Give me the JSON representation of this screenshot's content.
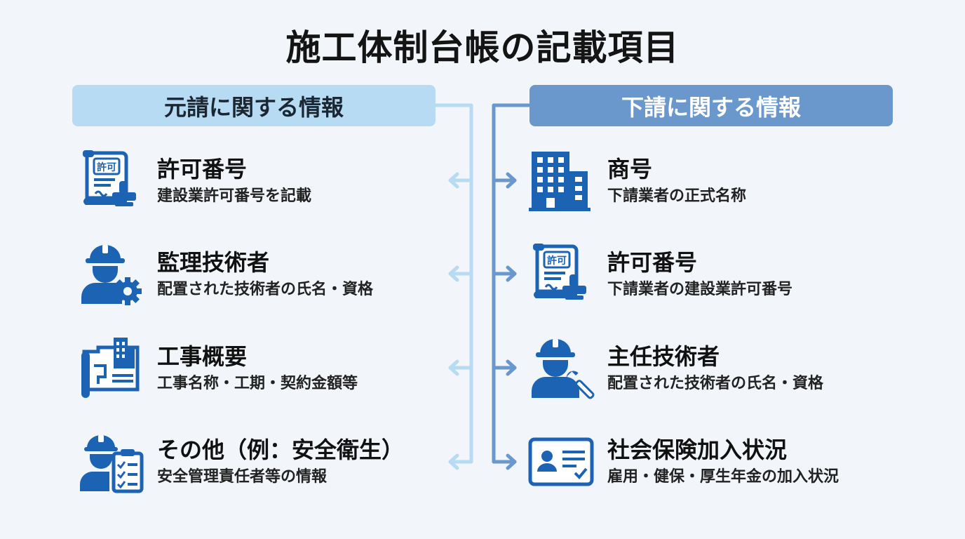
{
  "title": "施工体制台帳の記載項目",
  "colors": {
    "background": "#f2f6fa",
    "left_header_bg": "#b7dbf2",
    "right_header_bg": "#6b98cc",
    "icon_blue": "#1d63b3",
    "left_connector": "#b7dbf2",
    "right_connector": "#6b98cc"
  },
  "left_column": {
    "header": "元請に関する情報",
    "items": [
      {
        "title": "許可番号",
        "desc": "建設業許可番号を記載",
        "icon": "permit-document-icon",
        "icon_text": "許可"
      },
      {
        "title": "監理技術者",
        "desc": "配置された技術者の氏名・資格",
        "icon": "engineer-gear-icon"
      },
      {
        "title": "工事概要",
        "desc": "工事名称・工期・契約金額等",
        "icon": "blueprint-building-icon"
      },
      {
        "title": "その他（例：安全衛生）",
        "desc": "安全管理責任者等の情報",
        "icon": "worker-checklist-icon"
      }
    ]
  },
  "right_column": {
    "header": "下請に関する情報",
    "items": [
      {
        "title": "商号",
        "desc": "下請業者の正式名称",
        "icon": "office-building-icon"
      },
      {
        "title": "許可番号",
        "desc": "下請業者の建設業許可番号",
        "icon": "permit-document-icon",
        "icon_text": "許可"
      },
      {
        "title": "主任技術者",
        "desc": "配置された技術者の氏名・資格",
        "icon": "engineer-wrench-icon"
      },
      {
        "title": "社会保険加入状況",
        "desc": "雇用・健保・厚生年金の加入状況",
        "icon": "id-card-icon"
      }
    ]
  }
}
